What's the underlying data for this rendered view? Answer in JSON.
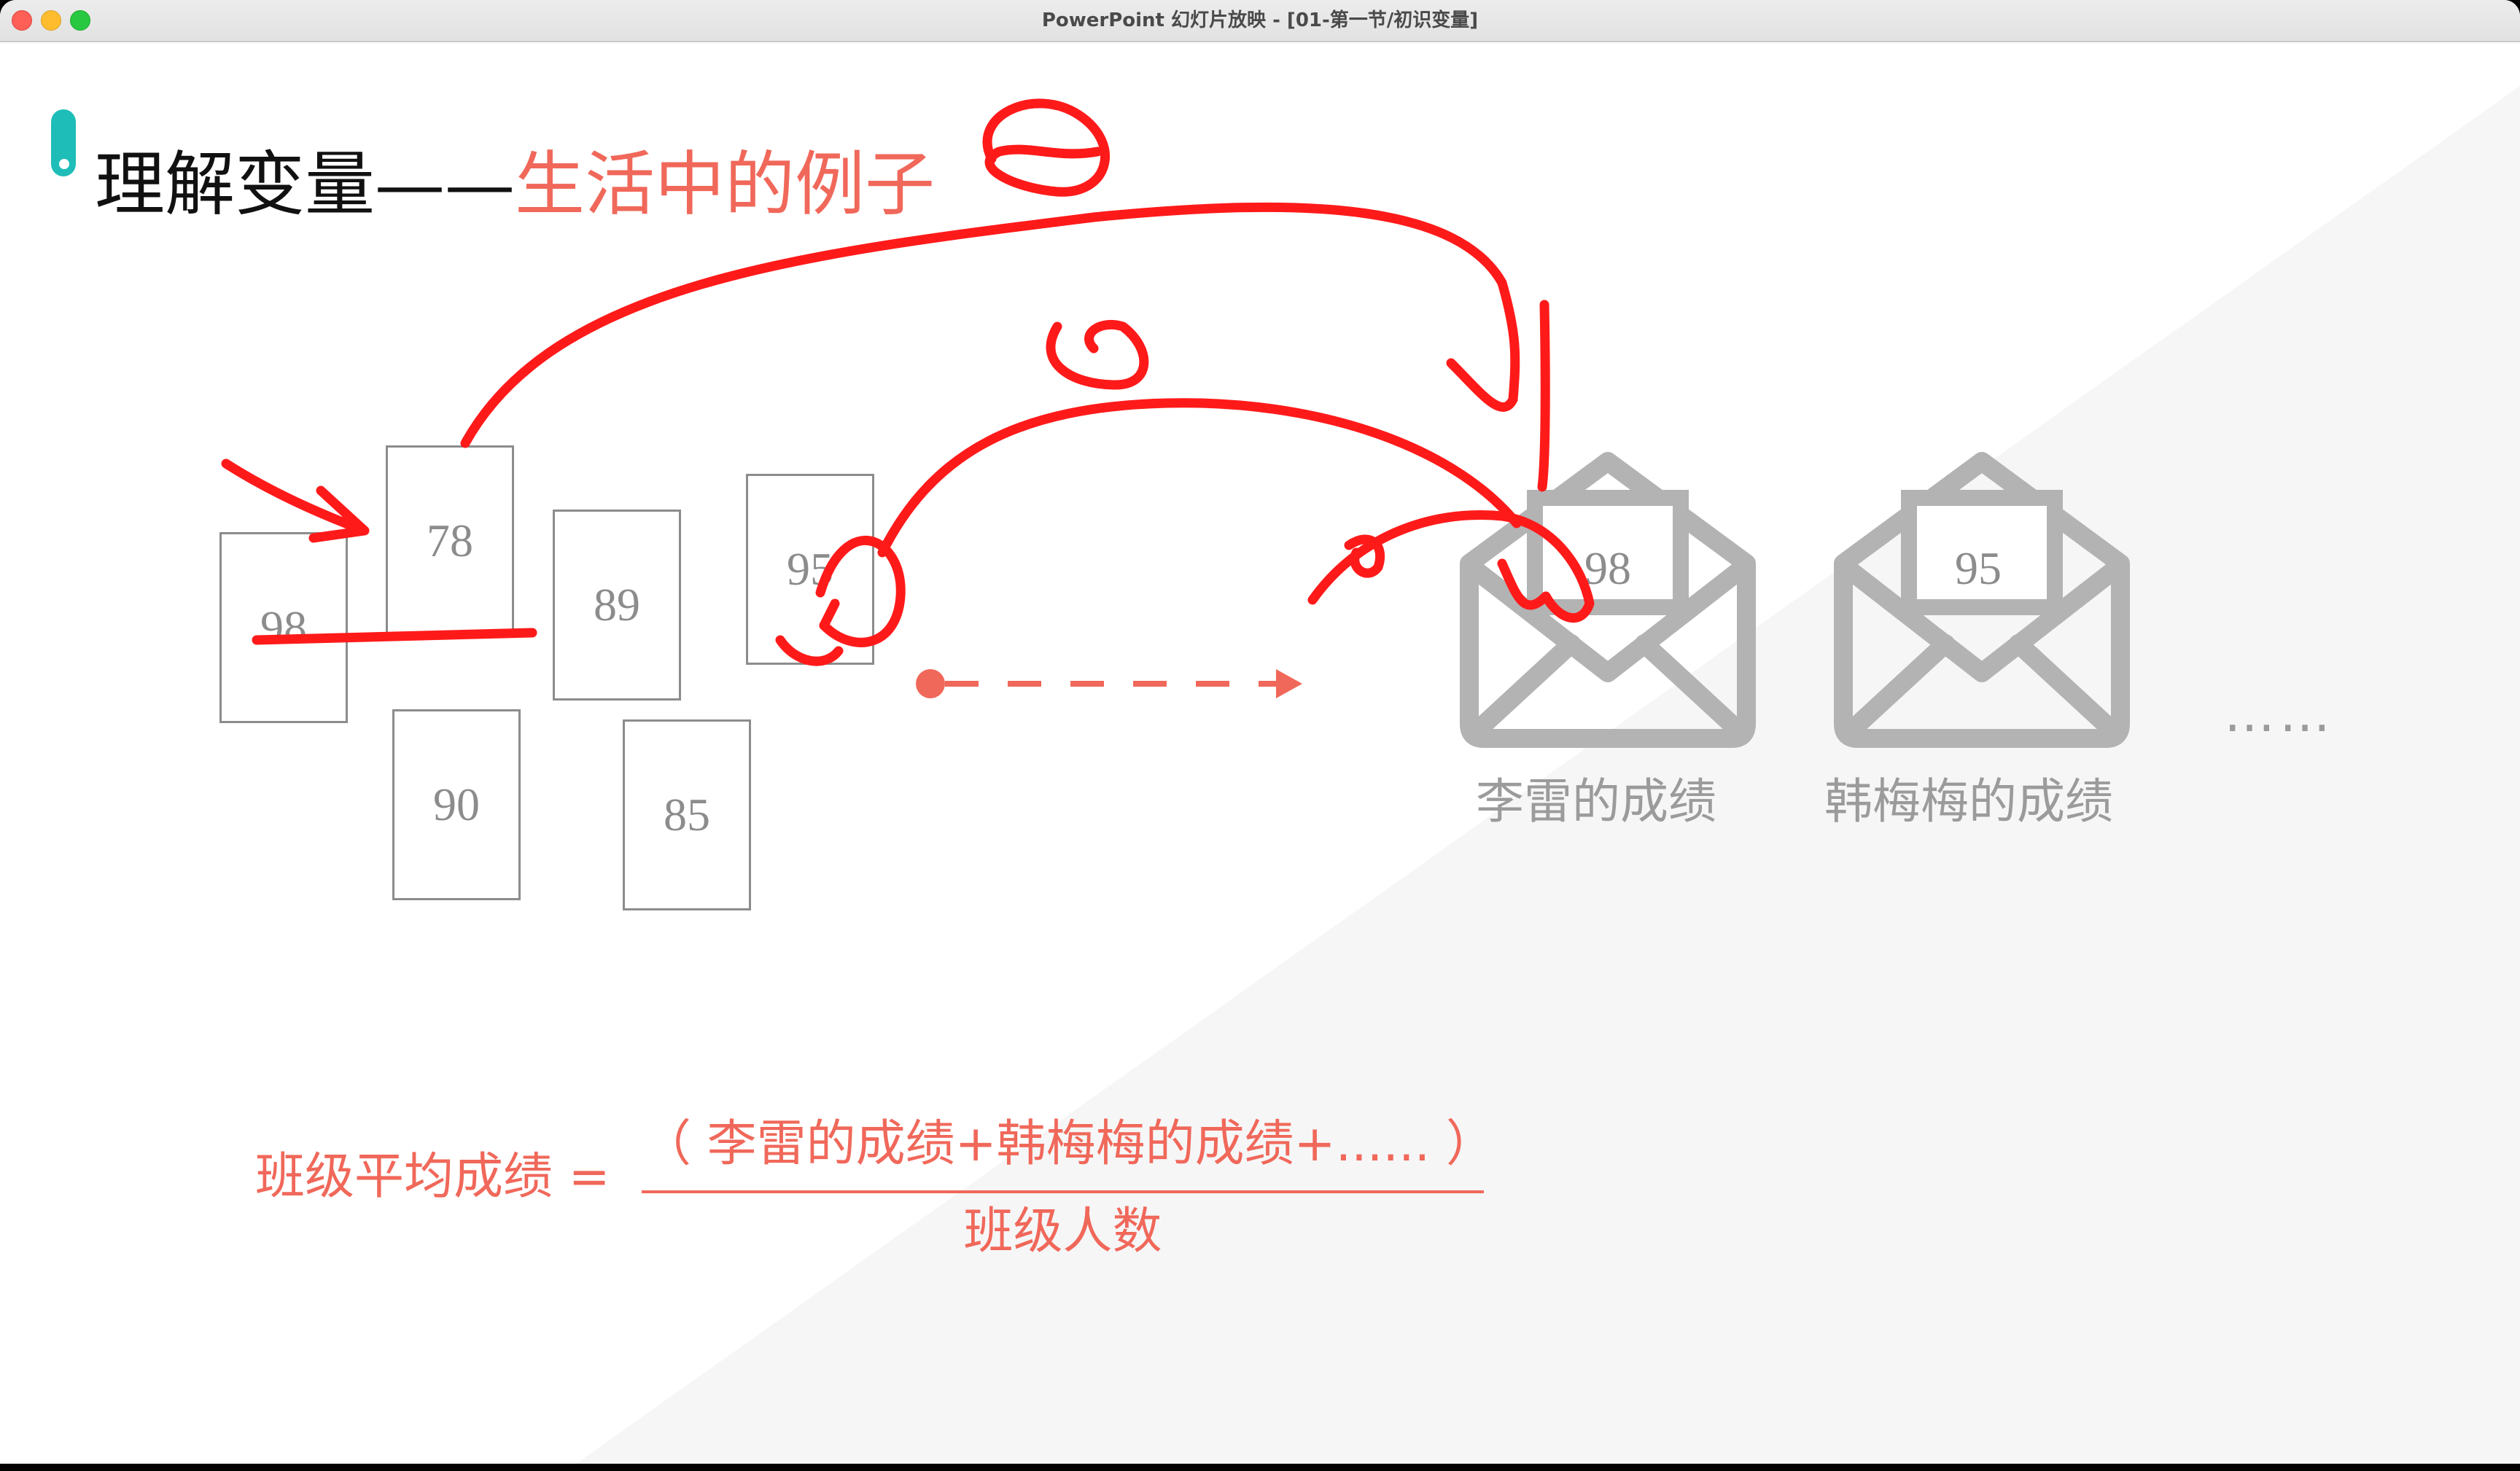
{
  "window": {
    "title": "PowerPoint 幻灯片放映 - [01-第一节/初识变量]"
  },
  "slide": {
    "title_black": "理解变量——",
    "title_red": "生活中的例子",
    "cards": [
      "98",
      "78",
      "89",
      "95",
      "90",
      "85"
    ],
    "envelopes": [
      {
        "value": "98",
        "caption": "李雷的成绩"
      },
      {
        "value": "95",
        "caption": "韩梅梅的成绩"
      }
    ],
    "ellipsis": "……",
    "formula": {
      "left": "班级平均成绩 =",
      "numerator": "（ 李雷的成绩+韩梅梅的成绩+...... ）",
      "denominator": "班级人数"
    }
  },
  "colors": {
    "accent_teal": "#1fbdb8",
    "accent_red": "#f0685a",
    "ink_red": "#ff1a1a",
    "muted_gray": "#9b9b9b"
  },
  "icons": [
    "envelope-open-icon",
    "dashed-arrow-icon",
    "teal-bullet-icon"
  ]
}
